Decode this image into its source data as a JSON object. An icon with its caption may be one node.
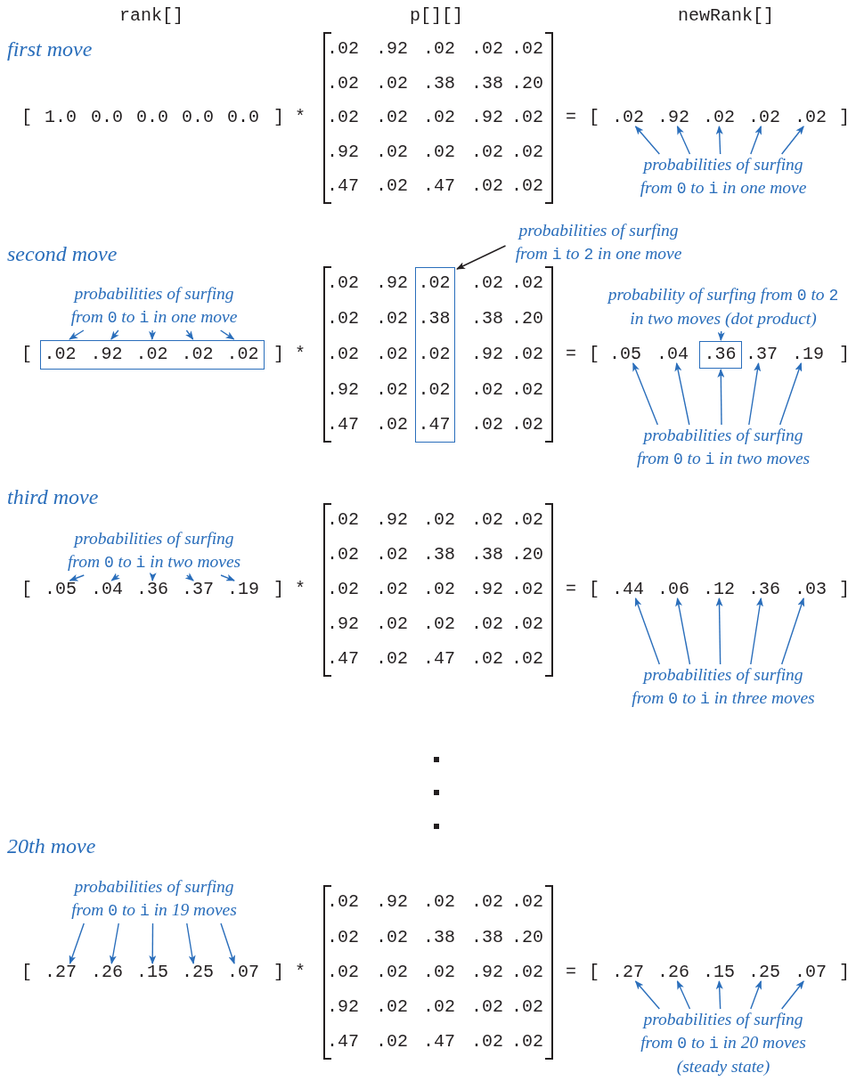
{
  "diagram": {
    "nodes": [
      {
        "text": [
          ".02"
        ]
      },
      {
        "text": [
          ".92"
        ]
      },
      {
        "text": [
          ".02"
        ]
      },
      {
        "text": [
          ".02"
        ]
      },
      {
        "text": [
          ".02"
        ]
      },
      {
        "text": [
          "*probabilities of surfing from* 0 *to* i *in one move*"
        ]
      },
      {
        "text": [
          "*probabilities of surfing from* i *to* 2 *in one move*"
        ]
      },
      {
        "text": [
          "*probabilities of surfing from* 0 *to* i *in one move*"
        ]
      },
      {
        "text": [
          "*probability of surfing from* 0 *to* 2 *in two moves (dot product)*"
        ]
      },
      {
        "text": [],
        "shape": "box"
      },
      {
        "text": [
          ".02"
        ],
        "in": 9
      },
      {
        "text": [
          ".92"
        ],
        "in": 9
      },
      {
        "text": [
          ".02"
        ],
        "in": 9
      },
      {
        "text": [
          ".02"
        ],
        "in": 9
      },
      {
        "text": [
          ".02"
        ],
        "in": 9
      },
      {
        "text": [],
        "shape": "box"
      },
      {
        "text": [
          ".02"
        ],
        "in": 15
      },
      {
        "text": [
          ".38"
        ],
        "in": 15
      },
      {
        "text": [
          ".02"
        ],
        "in": 15
      },
      {
        "text": [
          ".02"
        ],
        "in": 15
      },
      {
        "text": [
          ".47"
        ],
        "in": 15
      },
      {
        "text": [
          ".05"
        ]
      },
      {
        "text": [
          ".04"
        ]
      },
      {
        "text": [],
        "shape": "box"
      },
      {
        "text": [
          ".36"
        ],
        "in": 23
      },
      {
        "text": [
          ".37"
        ]
      },
      {
        "text": [
          ".19"
        ]
      },
      {
        "text": [
          "*probabilities of surfing from* 0 *to* i *in two moves*"
        ]
      },
      {
        "text": [
          "*probabilities of surfing from* 0 *to* i *in two moves*"
        ]
      },
      {
        "text": [
          ".05"
        ]
      },
      {
        "text": [
          ".04"
        ]
      },
      {
        "text": [
          ".36"
        ]
      },
      {
        "text": [
          ".37"
        ]
      },
      {
        "text": [
          ".19"
        ]
      },
      {
        "text": [
          ".44"
        ]
      },
      {
        "text": [
          ".06"
        ]
      },
      {
        "text": [
          ".12"
        ]
      },
      {
        "text": [
          ".36"
        ]
      },
      {
        "text": [
          ".03"
        ]
      },
      {
        "text": [
          "*probabilities of surfing from* 0 *to* i *in three moves*"
        ]
      },
      {
        "text": [
          "*probabilities of surfing from* 0 *to* i *in 19 moves*"
        ]
      },
      {
        "text": [
          ".27"
        ]
      },
      {
        "text": [
          ".26"
        ]
      },
      {
        "text": [
          ".15"
        ]
      },
      {
        "text": [
          ".25"
        ]
      },
      {
        "text": [
          ".07"
        ]
      },
      {
        "text": [
          ".27"
        ]
      },
      {
        "text": [
          ".26"
        ]
      },
      {
        "text": [
          ".15"
        ]
      },
      {
        "text": [
          ".25"
        ]
      },
      {
        "text": [
          ".07"
        ]
      },
      {
        "text": [
          "*probabilities of surfing from* 0 *to* i *in 20 moves (steady state)*"
        ]
      }
    ],
    "edges": [
      {
        "from": 5,
        "to": 0,
        "arrow": "to"
      },
      {
        "from": 5,
        "to": 1,
        "arrow": "to"
      },
      {
        "from": 5,
        "to": 2,
        "arrow": "to"
      },
      {
        "from": 5,
        "to": 3,
        "arrow": "to"
      },
      {
        "from": 5,
        "to": 4,
        "arrow": "to"
      },
      {
        "from": 6,
        "to": 15,
        "arrow": "to",
        "color": "#231f20"
      },
      {
        "from": 7,
        "to": 9,
        "arrow": "to"
      },
      {
        "from": 7,
        "to": 9,
        "arrow": "to"
      },
      {
        "from": 7,
        "to": 9,
        "arrow": "to"
      },
      {
        "from": 7,
        "to": 9,
        "arrow": "to"
      },
      {
        "from": 7,
        "to": 9,
        "arrow": "to"
      },
      {
        "from": 8,
        "to": 23,
        "arrow": "to"
      },
      {
        "from": 27,
        "to": 21,
        "arrow": "to"
      },
      {
        "from": 27,
        "to": 22,
        "arrow": "to"
      },
      {
        "from": 27,
        "to": 23,
        "arrow": "to"
      },
      {
        "from": 27,
        "to": 25,
        "arrow": "to"
      },
      {
        "from": 27,
        "to": 26,
        "arrow": "to"
      },
      {
        "from": 28,
        "to": 29,
        "arrow": "to"
      },
      {
        "from": 28,
        "to": 30,
        "arrow": "to"
      },
      {
        "from": 28,
        "to": 31,
        "arrow": "to"
      },
      {
        "from": 28,
        "to": 32,
        "arrow": "to"
      },
      {
        "from": 28,
        "to": 33,
        "arrow": "to"
      },
      {
        "from": 39,
        "to": 34,
        "arrow": "to"
      },
      {
        "from": 39,
        "to": 35,
        "arrow": "to"
      },
      {
        "from": 39,
        "to": 36,
        "arrow": "to"
      },
      {
        "from": 39,
        "to": 37,
        "arrow": "to"
      },
      {
        "from": 39,
        "to": 38,
        "arrow": "to"
      },
      {
        "from": 40,
        "to": 41,
        "arrow": "to"
      },
      {
        "from": 40,
        "to": 42,
        "arrow": "to"
      },
      {
        "from": 40,
        "to": 43,
        "arrow": "to"
      },
      {
        "from": 40,
        "to": 44,
        "arrow": "to"
      },
      {
        "from": 40,
        "to": 45,
        "arrow": "to"
      },
      {
        "from": 51,
        "to": 46,
        "arrow": "to"
      },
      {
        "from": 51,
        "to": 47,
        "arrow": "to"
      },
      {
        "from": 51,
        "to": 48,
        "arrow": "to"
      },
      {
        "from": 51,
        "to": 49,
        "arrow": "to"
      },
      {
        "from": 51,
        "to": 50,
        "arrow": "to"
      }
    ],
    "labels": [
      "rank[]",
      "p[][]",
      "newRank[]",
      "first move",
      ".02",
      ".92",
      ".02",
      ".02",
      ".02",
      ".02",
      ".02",
      ".38",
      ".38",
      ".20",
      "[",
      "1.0",
      "0.0",
      "0.0",
      "0.0",
      "0.0",
      "]",
      "*",
      ".02",
      ".02",
      ".02",
      ".92",
      ".02",
      "=",
      "[",
      "]",
      ".92",
      ".02",
      ".02",
      ".02",
      ".02",
      ".47",
      ".02",
      ".47",
      ".02",
      ".02",
      "second move",
      ".02",
      ".92",
      ".02",
      ".02",
      ".02",
      ".02",
      ".38",
      ".20",
      "[",
      "]",
      "*",
      ".02",
      ".02",
      ".92",
      ".02",
      "=",
      "[",
      "]",
      ".92",
      ".02",
      ".02",
      ".02",
      ".47",
      ".02",
      ".02",
      ".02",
      "third move",
      ".02",
      ".92",
      ".02",
      ".02",
      ".02",
      ".02",
      ".02",
      ".38",
      ".38",
      ".20",
      "[",
      "]",
      "*",
      ".02",
      ".02",
      ".02",
      ".92",
      ".02",
      "=",
      "[",
      "]",
      ".92",
      ".02",
      ".02",
      ".02",
      ".02",
      ".47",
      ".02",
      ".47",
      ".02",
      ".02",
      "20th move",
      ".02",
      ".92",
      ".02",
      ".02",
      ".02",
      ".02",
      ".02",
      ".38",
      ".38",
      ".20",
      "[",
      "]",
      "*",
      ".02",
      ".02",
      ".02",
      ".92",
      ".02",
      "=",
      "[",
      "]",
      ".92",
      ".02",
      ".02",
      ".02",
      ".02",
      ".47",
      ".02",
      ".47",
      ".02",
      ".02"
    ]
  }
}
